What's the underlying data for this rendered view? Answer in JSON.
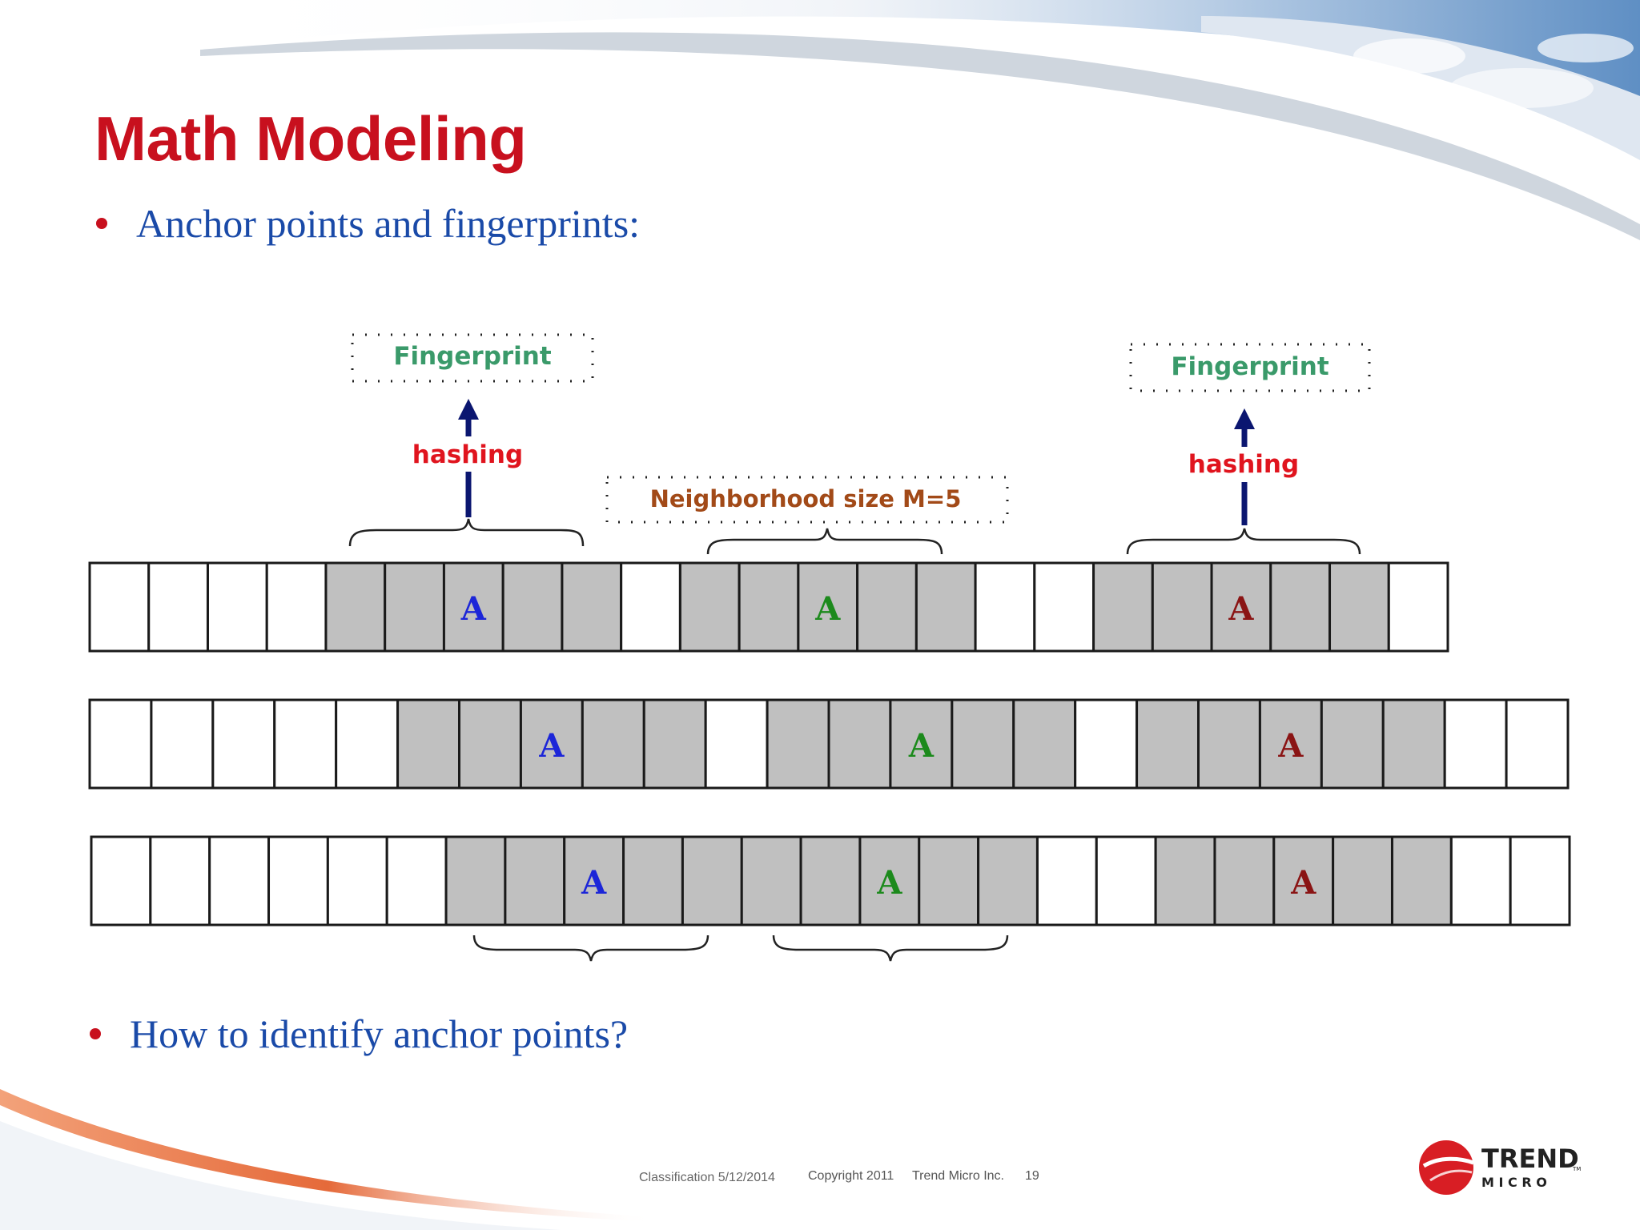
{
  "slide": {
    "title": "Math Modeling",
    "bullets": [
      "Anchor points  and  fingerprints:",
      "How to  identify  anchor points?"
    ]
  },
  "diagram": {
    "fingerprint_label": "Fingerprint",
    "hashing_label": "hashing",
    "neighborhood_label": "Neighborhood size M=5",
    "anchor_glyph": "A",
    "anchor_colors": {
      "blue": "#1c26d8",
      "green": "#1c8a1c",
      "red": "#8a1414"
    },
    "colors": {
      "shaded_cell": "#c0c0c0",
      "empty_cell": "#ffffff",
      "arrow": "#0b1670",
      "fingerprint_text": "#3a9a6a",
      "hashing_text": "#e0141e",
      "neighborhood_text": "#a24a18"
    },
    "rows": [
      {
        "cells": [
          "empty",
          "empty",
          "empty",
          "empty",
          "shaded",
          "shaded",
          "shaded",
          "shaded",
          "shaded",
          "empty",
          "shaded",
          "shaded",
          "shaded",
          "shaded",
          "shaded",
          "empty",
          "empty",
          "shaded",
          "shaded",
          "shaded",
          "shaded",
          "shaded",
          "empty"
        ],
        "anchors": [
          {
            "cell": 6,
            "color": "blue"
          },
          {
            "cell": 12,
            "color": "green"
          },
          {
            "cell": 19,
            "color": "red"
          }
        ]
      },
      {
        "cells": [
          "empty",
          "empty",
          "empty",
          "empty",
          "empty",
          "shaded",
          "shaded",
          "shaded",
          "shaded",
          "shaded",
          "empty",
          "shaded",
          "shaded",
          "shaded",
          "shaded",
          "shaded",
          "empty",
          "shaded",
          "shaded",
          "shaded",
          "shaded",
          "shaded",
          "empty",
          "empty"
        ],
        "anchors": [
          {
            "cell": 7,
            "color": "blue"
          },
          {
            "cell": 13,
            "color": "green"
          },
          {
            "cell": 19,
            "color": "red"
          }
        ]
      },
      {
        "cells": [
          "empty",
          "empty",
          "empty",
          "empty",
          "empty",
          "empty",
          "shaded",
          "shaded",
          "shaded",
          "shaded",
          "shaded",
          "shaded",
          "shaded",
          "shaded",
          "shaded",
          "shaded",
          "empty",
          "empty",
          "shaded",
          "shaded",
          "shaded",
          "shaded",
          "shaded",
          "empty",
          "empty"
        ],
        "anchors": [
          {
            "cell": 8,
            "color": "blue"
          },
          {
            "cell": 13,
            "color": "green"
          },
          {
            "cell": 20,
            "color": "red"
          }
        ]
      }
    ]
  },
  "footer": {
    "classification": "Classification 5/12/2014",
    "copyright": "Copyright 2011",
    "company": "Trend Micro Inc.",
    "page_number": "19"
  },
  "logo": {
    "brand_top": "TREND",
    "brand_bottom": "M I C R O",
    "trademark": "TM"
  }
}
